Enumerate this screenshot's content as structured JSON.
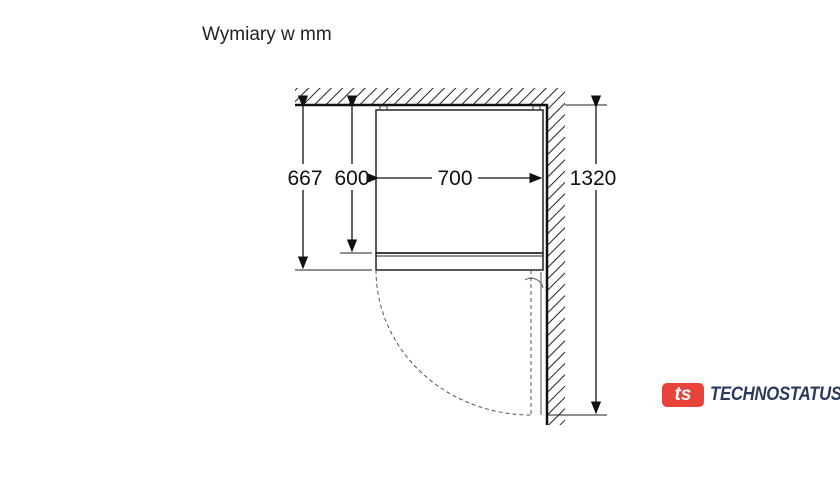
{
  "title": "Wymiary w mm",
  "dimensions": {
    "depth_total": "667",
    "depth_body": "600",
    "width": "700",
    "depth_door_open": "1320"
  },
  "logo": {
    "mark": "ts",
    "name": "TECHNOSTATUS",
    "color": "#e8423a"
  }
}
